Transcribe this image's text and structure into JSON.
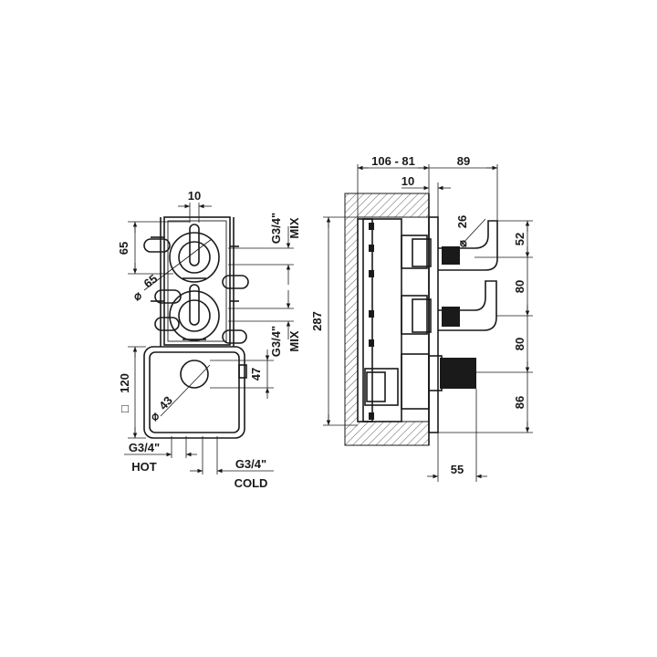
{
  "front_view": {
    "dim_top": "10",
    "dim_left_upper": "65",
    "dim_diameter_upper": "65",
    "dim_left_lower": "120",
    "dim_diameter_lower": "43",
    "dim_right_lower": "47",
    "conn_mix_upper_size": "G3/4\"",
    "conn_mix_upper_label": "MIX",
    "conn_mix_lower_size": "G3/4\"",
    "conn_mix_lower_label": "MIX",
    "conn_hot_size": "G3/4\"",
    "conn_hot_label": "HOT",
    "conn_cold_size": "G3/4\"",
    "conn_cold_label": "COLD"
  },
  "side_view": {
    "dim_top_depth": "106 - 81",
    "dim_top_projection": "89",
    "dim_top_wall": "10",
    "dim_diameter_handle": "26",
    "dim_height_total": "287",
    "dim_right_1": "52",
    "dim_right_2": "80",
    "dim_right_3": "80",
    "dim_right_4": "86",
    "dim_bottom": "55"
  },
  "colors": {
    "ink": "#1a1a1a",
    "background": "#ffffff"
  }
}
